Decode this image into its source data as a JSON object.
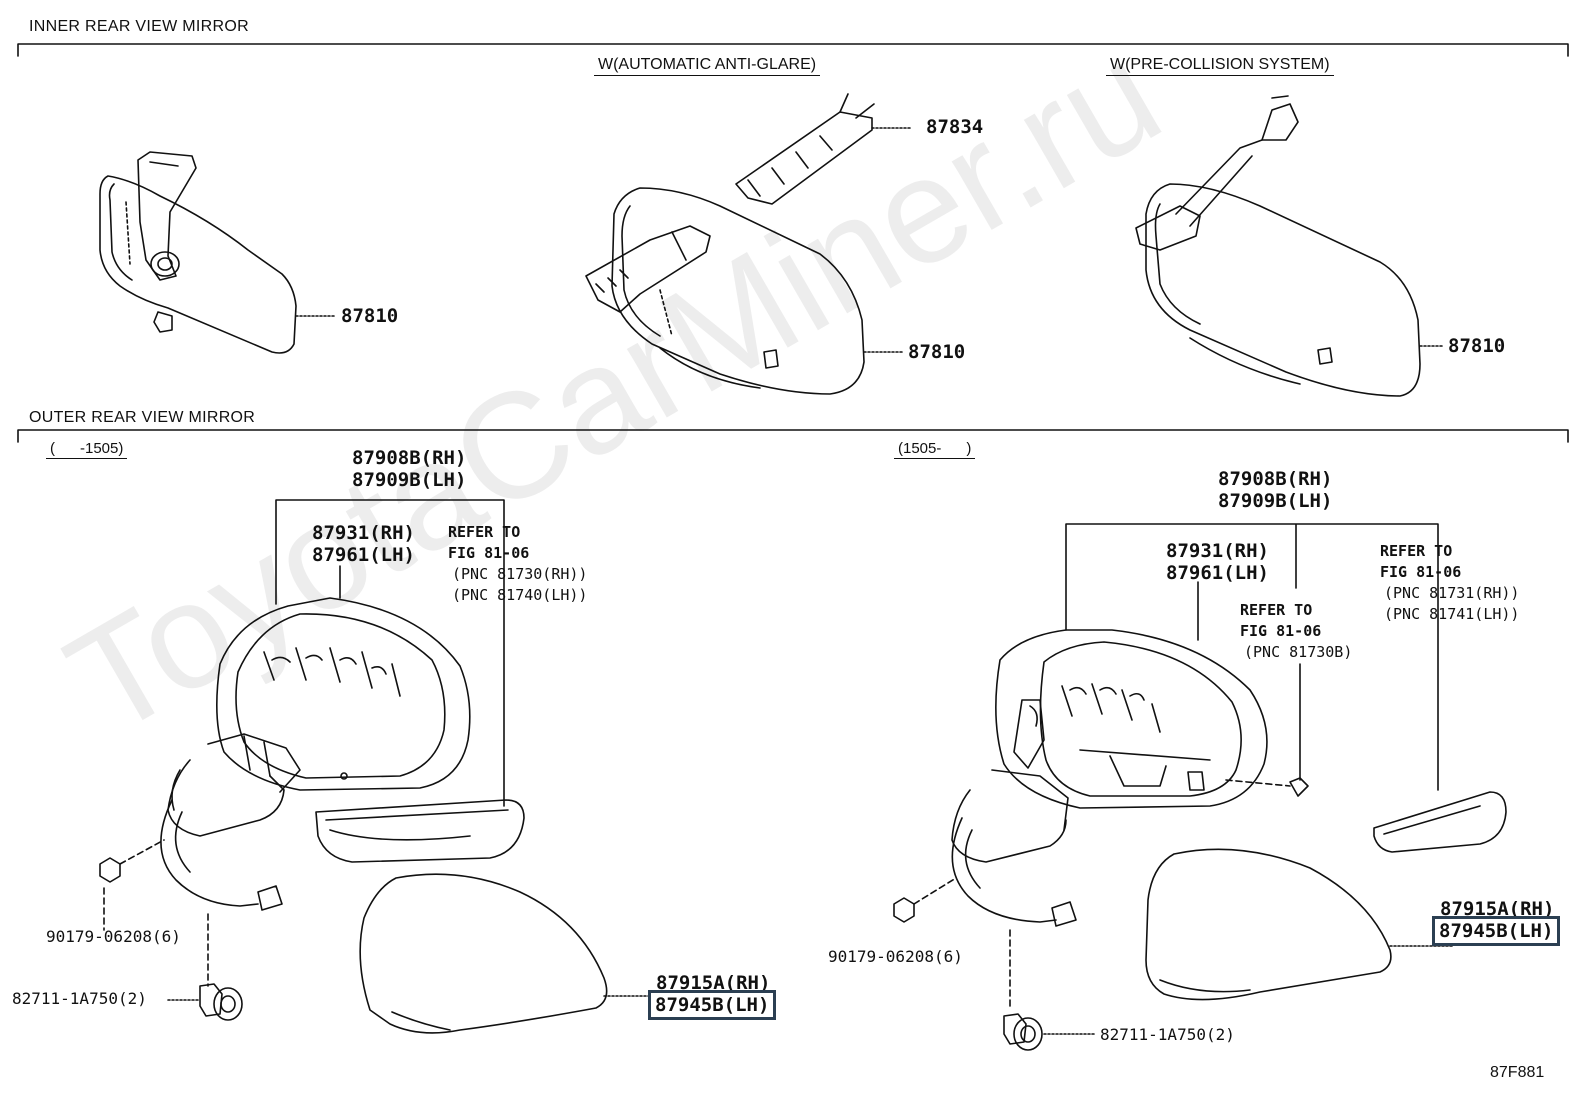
{
  "sections": {
    "inner_title": "INNER REAR VIEW MIRROR",
    "outer_title": "OUTER REAR VIEW MIRROR"
  },
  "variants": {
    "auto_antiglare": "W(AUTOMATIC ANTI-GLARE)",
    "pre_collision": "W(PRE-COLLISION SYSTEM)",
    "left_range": "(      -1505)",
    "right_range": "(1505-      )"
  },
  "inner_parts": {
    "mirror_basic": "87810",
    "mirror_antiglare": "87810",
    "cover_antiglare": "87834",
    "mirror_precollision": "87810"
  },
  "outer_left": {
    "assy_rh": "87908B(RH)",
    "assy_lh": "87909B(LH)",
    "sub_rh": "87931(RH)",
    "sub_lh": "87961(LH)",
    "refer_line1": "REFER TO",
    "refer_line2": "FIG 81-06",
    "refer_line3": "(PNC 81730(RH))",
    "refer_line4": "(PNC 81740(LH))",
    "cover_rh": "87915A(RH)",
    "cover_lh": "87945B(LH)",
    "nut": "90179-06208(6)",
    "clip": "82711-1A750(2)"
  },
  "outer_right": {
    "assy_rh": "87908B(RH)",
    "assy_lh": "87909B(LH)",
    "sub_rh": "87931(RH)",
    "sub_lh": "87961(LH)",
    "refer_a_line1": "REFER TO",
    "refer_a_line2": "FIG 81-06",
    "refer_a_line3": "(PNC 81730B)",
    "refer_b_line1": "REFER TO",
    "refer_b_line2": "FIG 81-06",
    "refer_b_line3": "(PNC 81731(RH))",
    "refer_b_line4": "(PNC 81741(LH))",
    "cover_rh": "87915A(RH)",
    "cover_lh": "87945B(LH)",
    "nut": "90179-06208(6)",
    "clip": "82711-1A750(2)"
  },
  "figure_code": "87F881",
  "watermark": "ToyotaCarMiner.ru",
  "colors": {
    "highlight_border": "#2b3f52",
    "line": "#111111"
  }
}
